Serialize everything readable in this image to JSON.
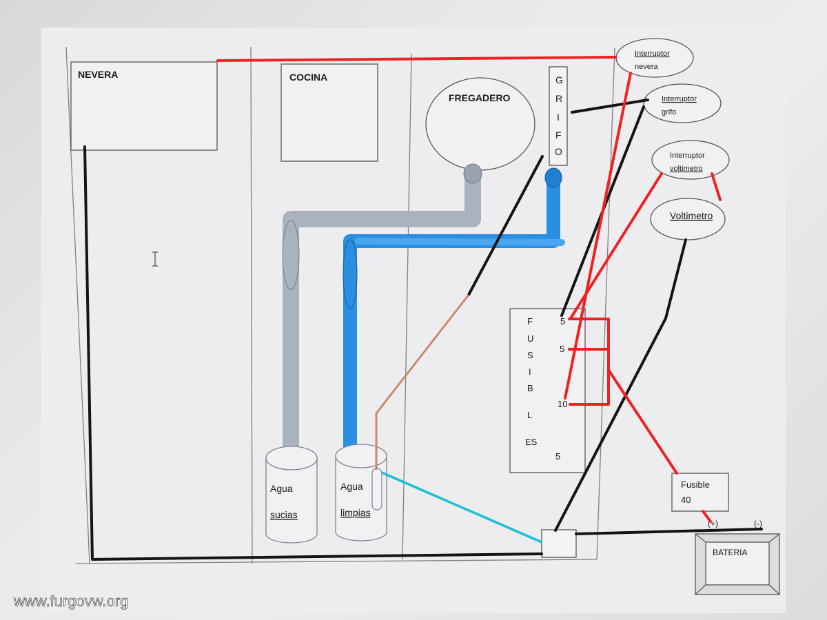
{
  "diagram": {
    "boxes": {
      "nevera": "NEVERA",
      "cocina": "COCINA",
      "fregadero": "FREGADERO",
      "grifo_letters": [
        "G",
        "R",
        "I",
        "F",
        "O"
      ],
      "bateria": "BATERIA"
    },
    "switches": {
      "nevera": {
        "line1": "Interruptor",
        "line2": "nevera"
      },
      "grifo": {
        "line1": "Interruptor",
        "line2": "grifo"
      },
      "voltimetro": {
        "line1": "Interruptor",
        "line2": "voltimetro"
      }
    },
    "voltimetro": "Voltimetro",
    "fusibles": {
      "letters": [
        "F",
        "U",
        "S",
        "I",
        "B",
        "L",
        "ES"
      ],
      "values": [
        "5",
        "5",
        "10",
        "5"
      ]
    },
    "fusible40": {
      "line1": "Fusible",
      "line2": "40"
    },
    "battery_terminals": {
      "positive": "(+)",
      "negative": "(-)"
    },
    "tanks": {
      "sucias": {
        "line1": "Agua",
        "line2": "sucias"
      },
      "limpias": {
        "line1": "Agua",
        "line2": "limpias"
      }
    },
    "watermark": "www.furgovw.org"
  },
  "colors": {
    "wire_red": "#ee2222",
    "wire_black": "#141414",
    "wire_cyan": "#19c0d6",
    "wire_brown": "#c88a6a",
    "pipe_grey": "#a9b3c0",
    "pipe_blue": "#2a8fe0"
  }
}
